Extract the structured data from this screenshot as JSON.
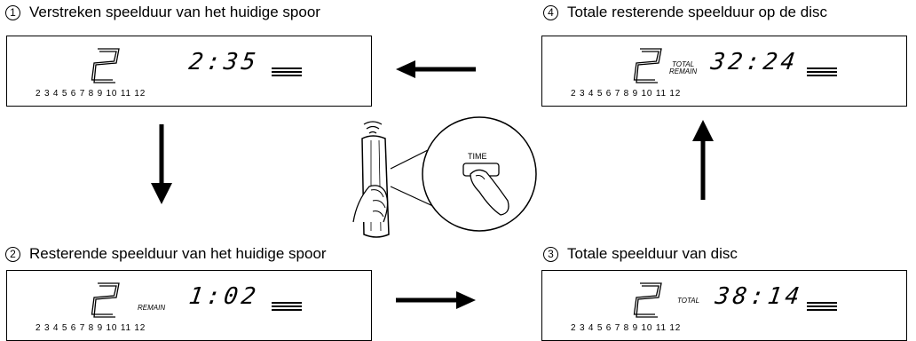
{
  "steps": [
    {
      "num": "1",
      "caption": "Verstreken speelduur van het huidige spoor",
      "track": "2",
      "mode": "",
      "time": "2:35",
      "track_list": "2  3  4  5  6  7  8  9  10  11  12"
    },
    {
      "num": "2",
      "caption": "Resterende speelduur van het huidige spoor",
      "track": "2",
      "mode": "REMAIN",
      "time": "1:02",
      "track_list": "2  3  4  5  6  7  8  9  10  11  12"
    },
    {
      "num": "3",
      "caption": "Totale speelduur van disc",
      "track": "2",
      "mode": "TOTAL",
      "time": "38:14",
      "track_list": "2  3  4  5  6  7  8  9  10  11  12"
    },
    {
      "num": "4",
      "caption": "Totale resterende speelduur op de disc",
      "track": "2",
      "mode_line1": "TOTAL",
      "mode_line2": "REMAIN",
      "time": "32:24",
      "track_list": "2  3  4  5  6  7  8  9  10  11  12"
    }
  ],
  "remote": {
    "button_label": "TIME"
  }
}
